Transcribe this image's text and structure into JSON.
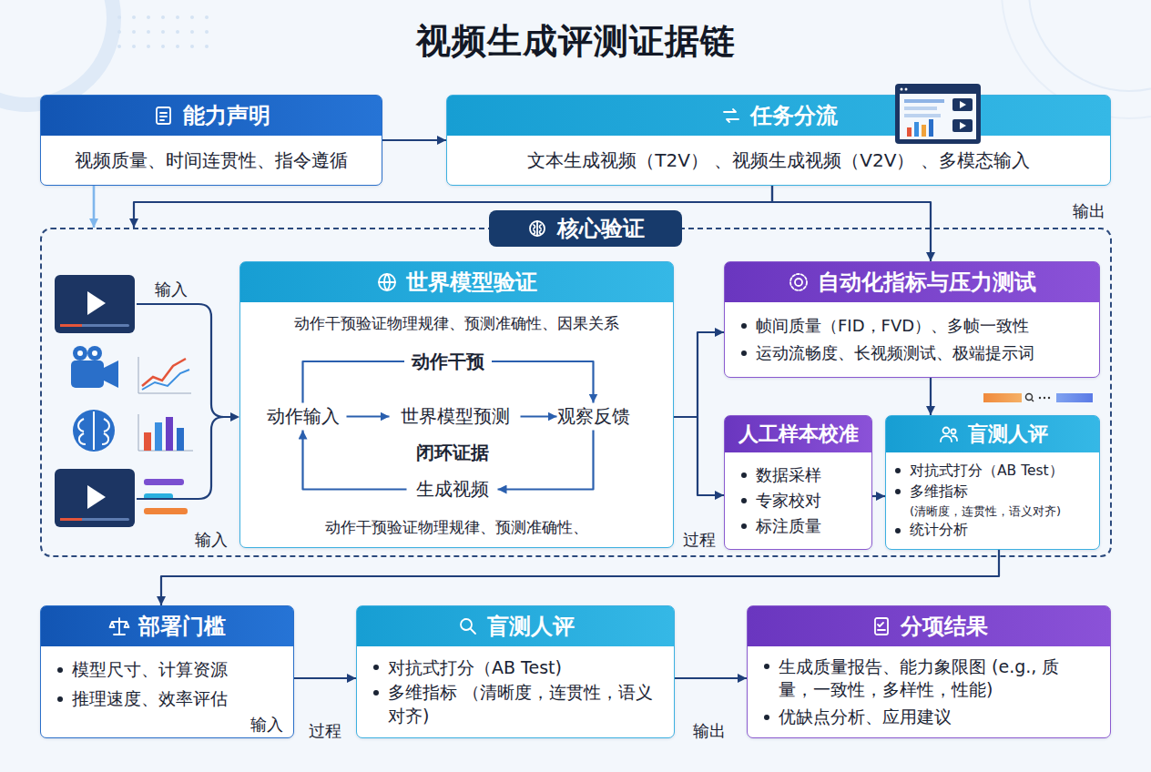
{
  "diagram": {
    "title": "视频生成评测证据链",
    "nodes": [
      {
        "text": [
          "能力声明",
          "视频质量、时间连贯性、指令遵循"
        ]
      },
      {
        "text": [
          "任务分流",
          "文本生成视频（T2V） 、视频生成视频（V2V） 、多模态输入"
        ]
      },
      {
        "text": [
          "核心验证"
        ]
      },
      {
        "text": [
          "世界模型验证",
          "动作干预验证物理规律、预测准确性、因果关系",
          "动作干预验证物理规律、预测准确性、"
        ],
        "in": 2
      },
      {
        "text": [
          "动作输入"
        ],
        "in": 3
      },
      {
        "text": [
          "世界模型预测"
        ],
        "in": 3
      },
      {
        "text": [
          "观察反馈"
        ],
        "in": 3
      },
      {
        "text": [
          "生成视频"
        ],
        "in": 3
      },
      {
        "text": [
          "自动化指标与压力测试",
          "帧间质量（FID，FVD）、多帧一致性",
          "运动流畅度、长视频测试、极端提示词"
        ],
        "in": 2
      },
      {
        "text": [
          "人工样本校准",
          "数据采样",
          "专家校对",
          "标注质量"
        ],
        "in": 2
      },
      {
        "text": [
          "盲测人评",
          "对抗式打分（AB Test）",
          "多维指标",
          "(清晰度，连贯性，语义对齐)",
          "统计分析"
        ],
        "in": 2
      },
      {
        "text": [
          "部署门槛",
          "模型尺寸、计算资源",
          "推理速度、效率评估"
        ]
      },
      {
        "text": [
          "盲测人评",
          "对抗式打分（AB Test)",
          "多维指标 （清晰度，连贯性，语义对齐)"
        ]
      },
      {
        "text": [
          "分项结果",
          "生成质量报告、能力象限图 (e.g., 质量，一致性，多样性，性能)",
          "优缺点分析、应用建议"
        ]
      }
    ],
    "edges": [
      {
        "from": 0,
        "to": 1,
        "arrow": "to"
      },
      {
        "from": 0,
        "to": 2,
        "arrow": "to"
      },
      {
        "from": 1,
        "to": 2,
        "arrow": "to"
      },
      {
        "from": 1,
        "to": 8,
        "arrow": "to"
      },
      {
        "from": 4,
        "to": 5,
        "arrow": "to"
      },
      {
        "from": 5,
        "to": 6,
        "arrow": "to"
      },
      {
        "from": 4,
        "to": 6,
        "label": "动作干预",
        "arrow": "to"
      },
      {
        "from": 6,
        "to": 7,
        "arrow": "to"
      },
      {
        "from": 7,
        "to": 4,
        "arrow": "to"
      },
      {
        "from": 3,
        "to": 8,
        "arrow": "to"
      },
      {
        "from": 3,
        "to": 9,
        "label": "过程",
        "arrow": "to"
      },
      {
        "from": 8,
        "to": 10,
        "arrow": "to"
      },
      {
        "from": 9,
        "to": 10,
        "arrow": "to"
      },
      {
        "from": 10,
        "to": 11,
        "arrow": "to"
      },
      {
        "from": 11,
        "to": 12,
        "label": "过程",
        "arrow": "to"
      },
      {
        "from": 12,
        "to": 13,
        "label": "输出",
        "arrow": "to"
      }
    ],
    "labels": [
      "输出",
      "输入",
      "输入",
      "闭环证据",
      "输入"
    ]
  }
}
